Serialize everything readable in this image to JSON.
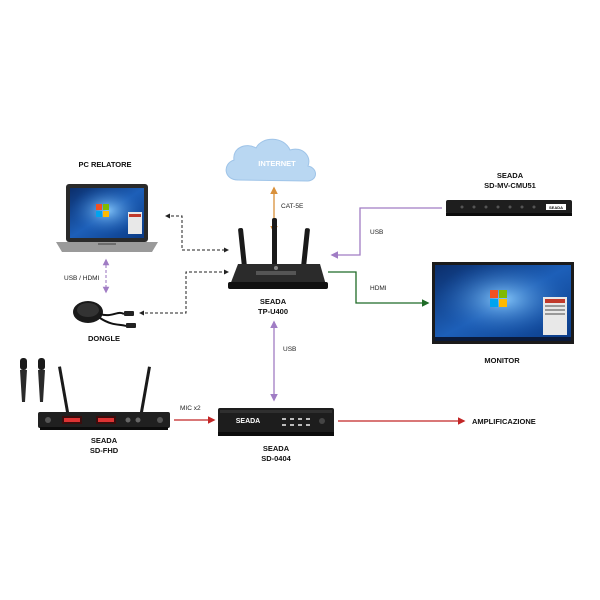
{
  "nodes": {
    "internet": "INTERNET",
    "pc": "PC RELATORE",
    "cmu_brand": "SEADA",
    "cmu_model": "SD-MV-CMU51",
    "router_brand": "SEADA",
    "router_model": "TP-U400",
    "monitor": "MONITOR",
    "dongle": "DONGLE",
    "mic_brand": "SEADA",
    "mic_model": "SD-FHD",
    "proc_brand": "SEADA",
    "proc_model": "SD-0404",
    "amp": "AMPLIFICAZIONE"
  },
  "links": {
    "cat5e": "CAT-5E",
    "usb_cmu": "USB",
    "hdmi_monitor": "HDMI",
    "usb_hdmi_dongle": "USB / HDMI",
    "usb_proc": "USB",
    "mic_x2": "MIC x2"
  },
  "device_marks": {
    "processor_logo": "SEADA",
    "cmu_logo": "SEADA"
  },
  "colors": {
    "cat5e_line": "#d9903a",
    "usb_line": "#a07cc4",
    "hdmi_line": "#1f6b27",
    "audio_line": "#c22626",
    "dashed_line": "#222222",
    "cloud": "#b9d7f2"
  }
}
